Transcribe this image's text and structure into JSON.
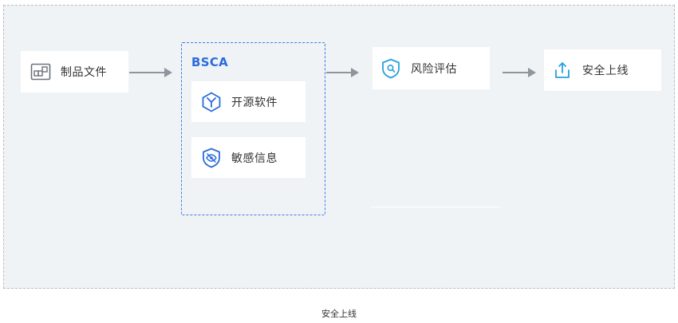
{
  "diagram": {
    "nodes": {
      "artifact": {
        "label": "制品文件",
        "icon": "file-grid-icon"
      },
      "group_title": "BSCA",
      "open_source": {
        "label": "开源软件",
        "icon": "hexagon-y-icon"
      },
      "sensitive": {
        "label": "敏感信息",
        "icon": "shield-eye-icon"
      },
      "risk": {
        "label": "风险评估",
        "icon": "shield-search-icon"
      },
      "release": {
        "label": "安全上线",
        "icon": "upload-icon"
      }
    },
    "edges": [
      {
        "from": "制品文件",
        "to": "BSCA"
      },
      {
        "from": "BSCA",
        "to": "风险评估"
      },
      {
        "from": "风险评估",
        "to": "安全上线"
      }
    ],
    "colors": {
      "background": "#eff3f6",
      "accent_blue": "#2b6bdc",
      "icon_cyan": "#2a9fe0",
      "arrow_gray": "#8e959d"
    }
  },
  "caption": "安全上线"
}
